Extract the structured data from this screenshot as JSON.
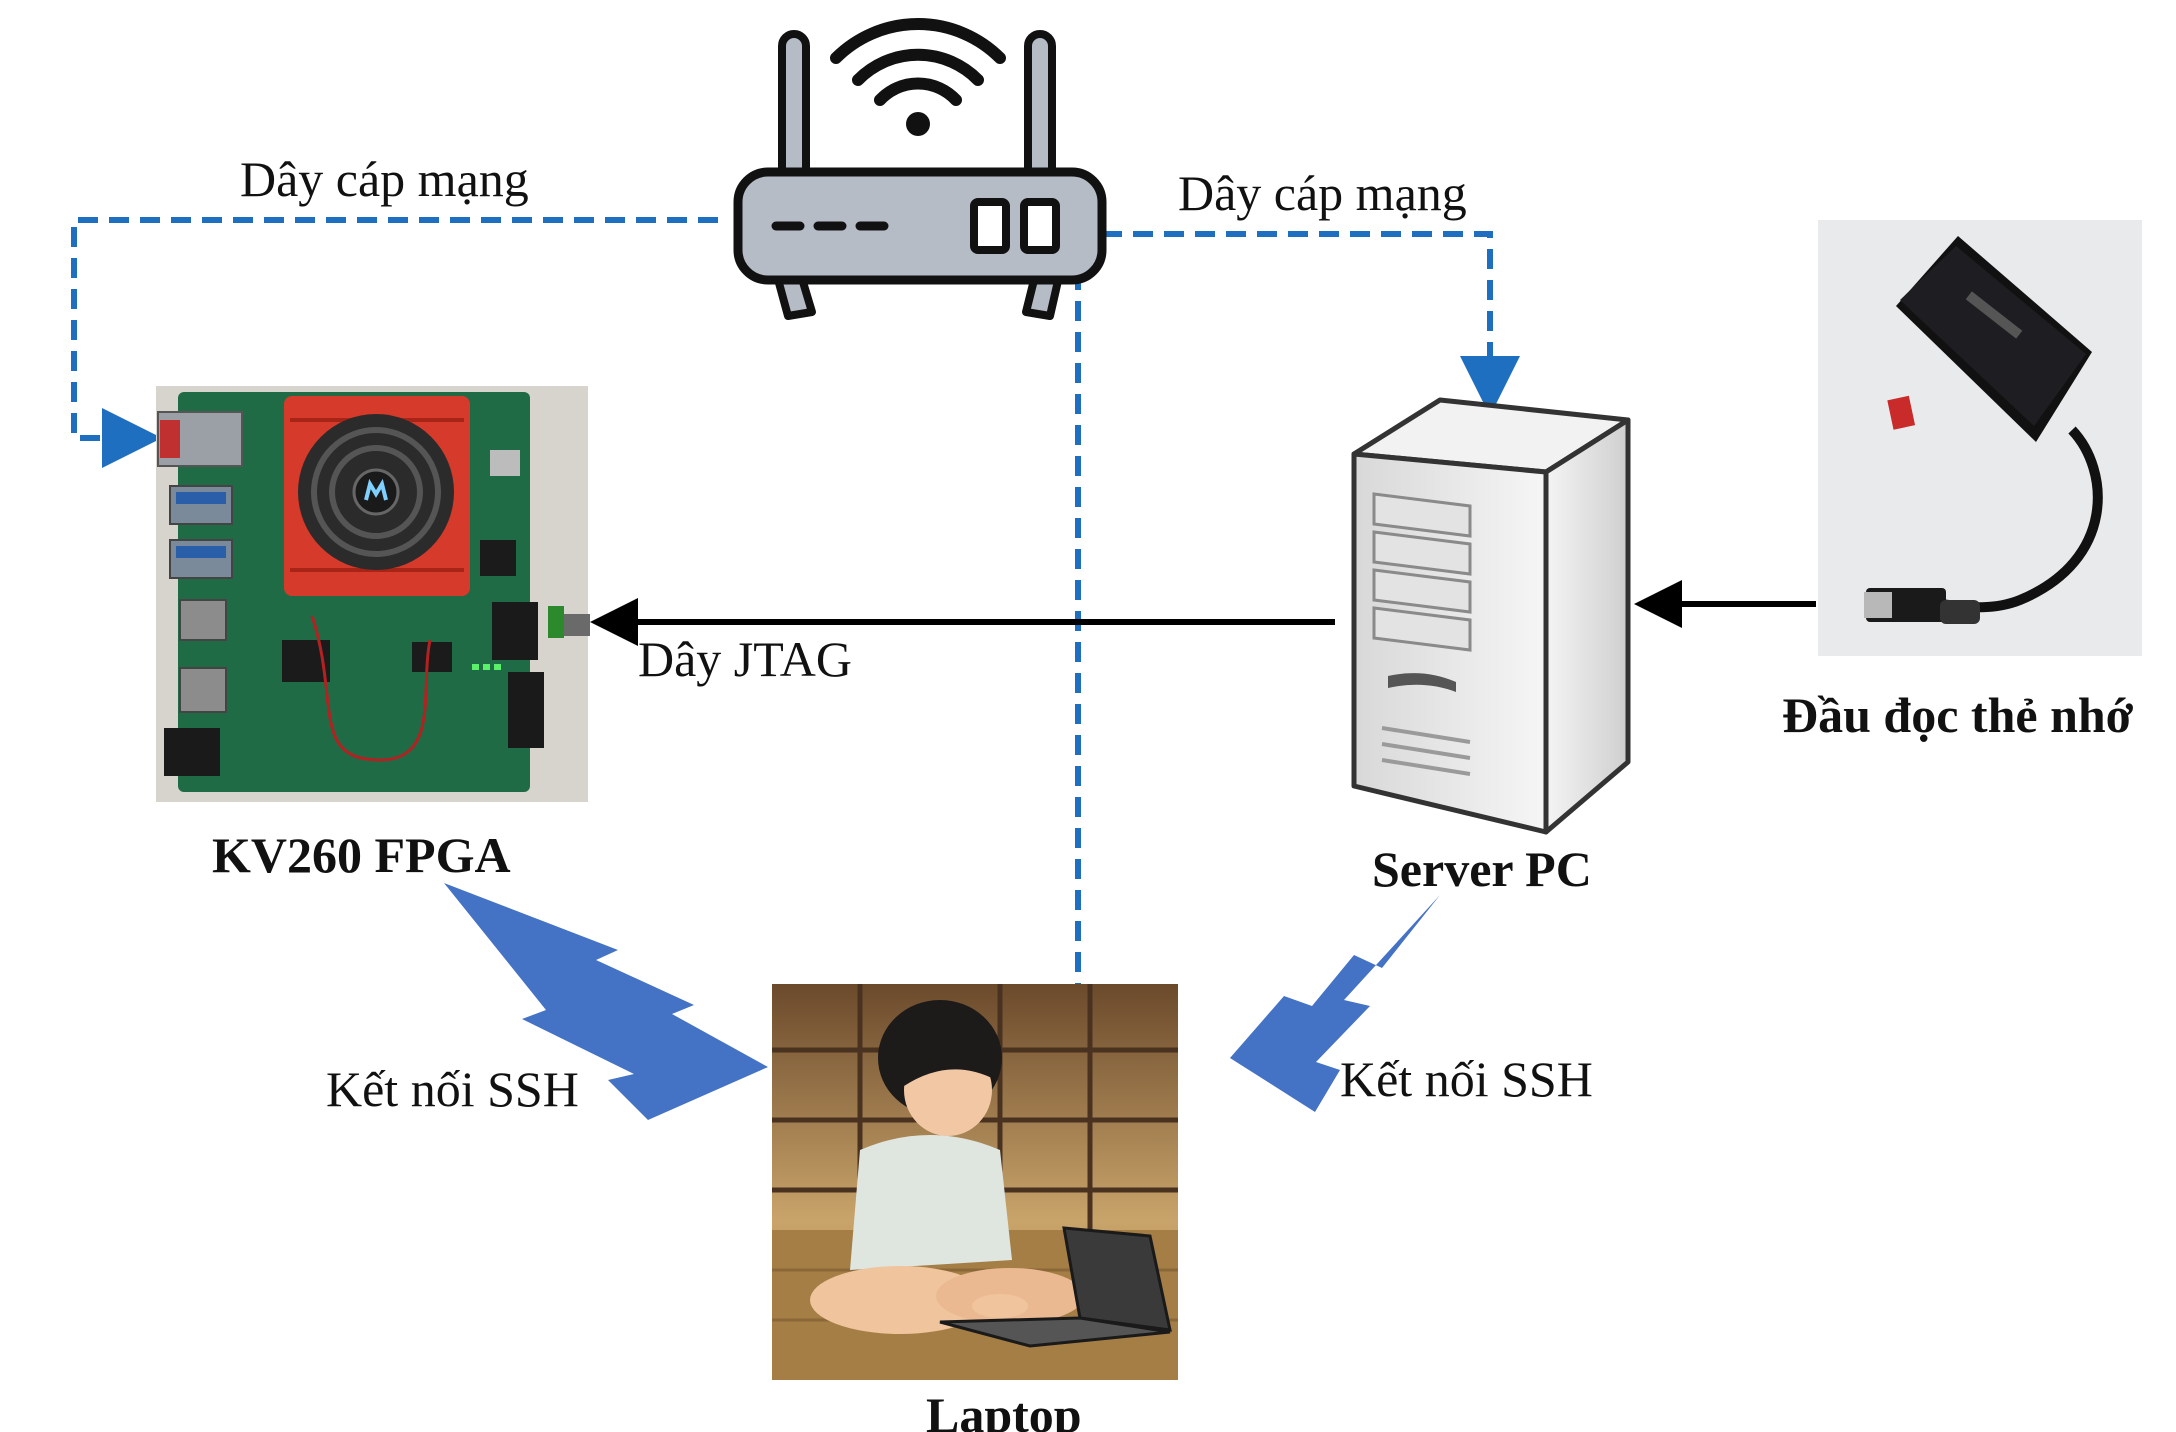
{
  "diagram": {
    "nodes": {
      "router": {
        "icon": "wifi-router-icon"
      },
      "fpga": {
        "label": "KV260 FPGA"
      },
      "server": {
        "label": "Server PC"
      },
      "card_reader": {
        "label": "Đầu đọc thẻ nhớ"
      },
      "laptop": {
        "label": "Laptop"
      }
    },
    "edges": {
      "router_to_fpga": {
        "label": "Dây cáp mạng"
      },
      "router_to_server": {
        "label": "Dây cáp mạng"
      },
      "server_to_fpga": {
        "label": "Dây JTAG"
      },
      "laptop_to_fpga": {
        "label": "Kết nối SSH"
      },
      "laptop_to_server": {
        "label": "Kết nối SSH"
      }
    },
    "colors": {
      "network_cable": "#1f6fc0",
      "ssh_bolt": "#4472c4",
      "jtag_arrow": "#000000",
      "router_body": "#b5bcc6",
      "board_pcb": "#1f6b45",
      "fan_red": "#d63a2a",
      "server_case": "#e6e6e6"
    }
  }
}
